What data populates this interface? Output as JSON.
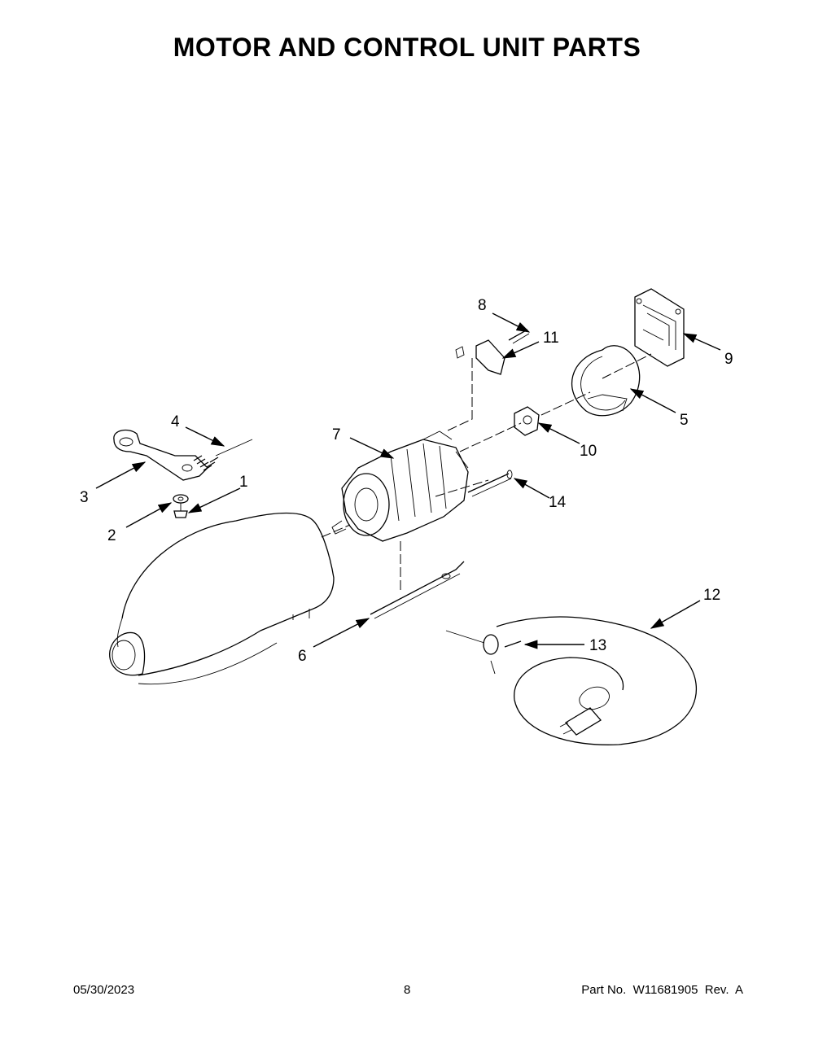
{
  "page": {
    "title": "MOTOR AND CONTROL UNIT PARTS",
    "footer": {
      "date": "05/30/2023",
      "page_number": "8",
      "part_number": "Part No.  W11681905  Rev.  A"
    }
  },
  "callouts": [
    "1",
    "2",
    "3",
    "4",
    "5",
    "6",
    "7",
    "8",
    "9",
    "10",
    "11",
    "12",
    "13",
    "14"
  ]
}
